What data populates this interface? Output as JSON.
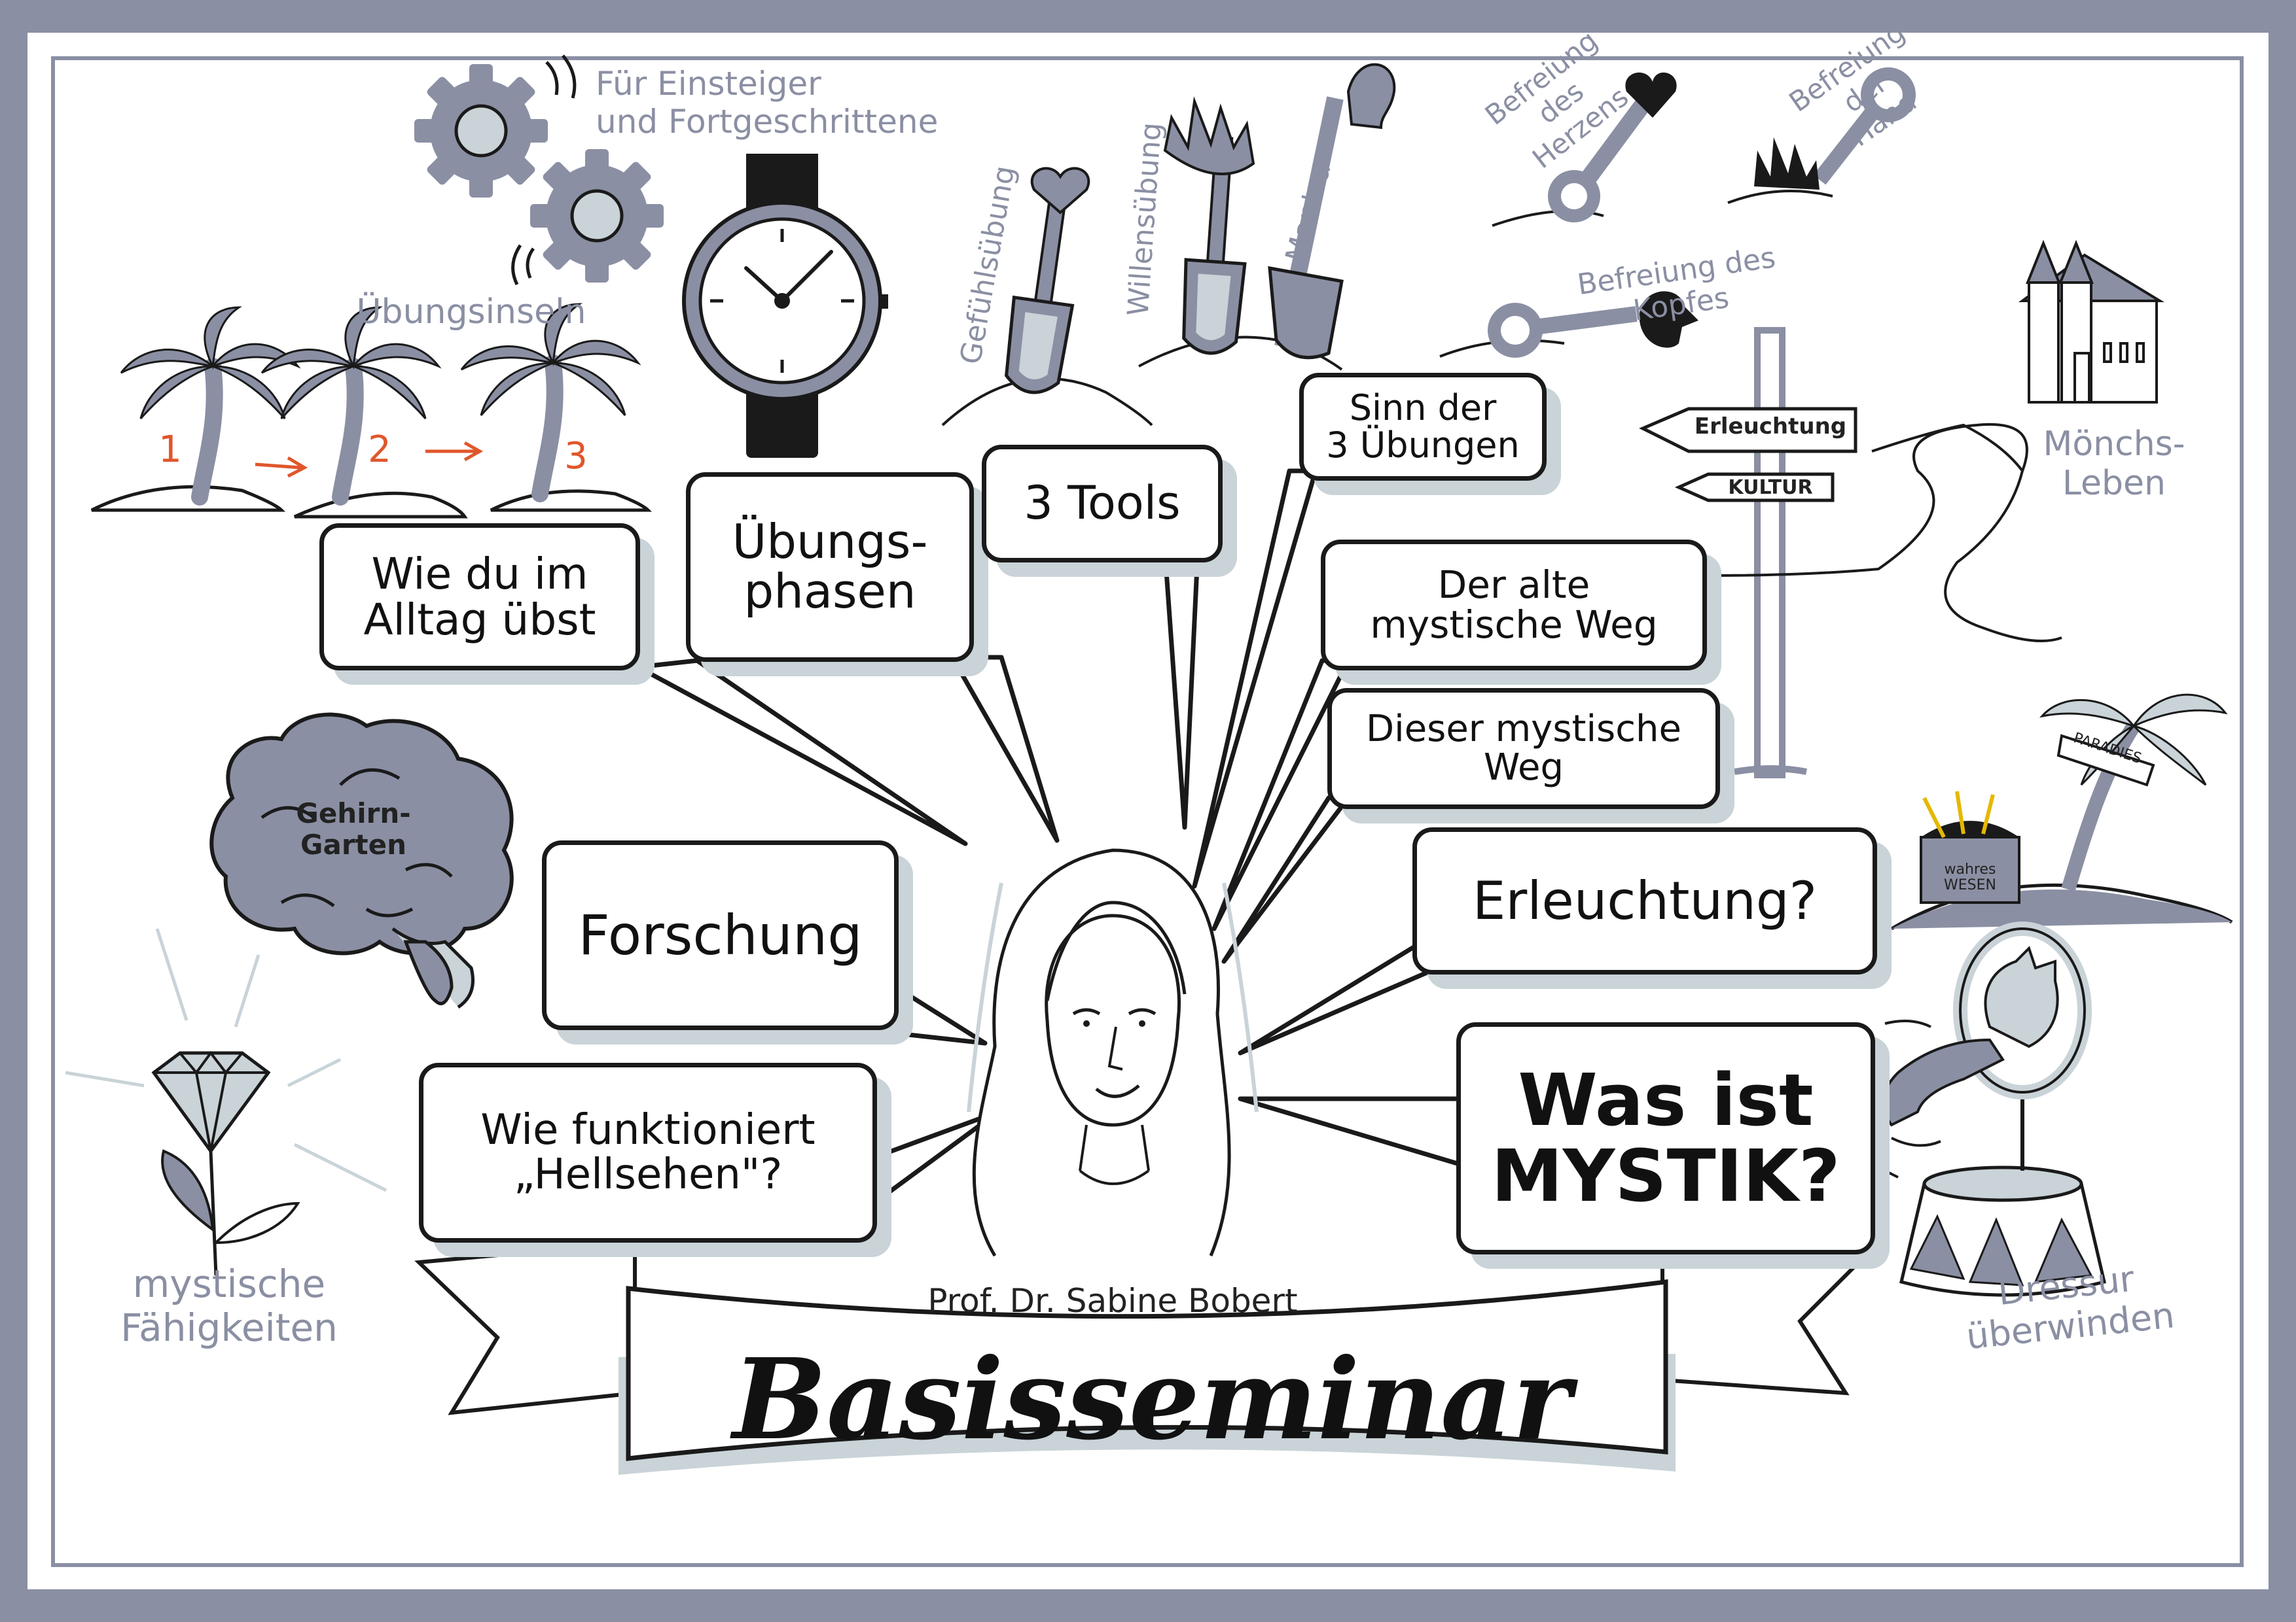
{
  "colors": {
    "frame": "#8a8fa3",
    "accent_gray": "#8a8fa3",
    "shadow": "#c9d3d8",
    "ink": "#1a1a1a",
    "number_red": "#e0562b"
  },
  "title": "Basisseminar",
  "presenter": "Prof. Dr. Sabine Bobert",
  "bubbles": {
    "alltag": "Wie du im\nAlltag übst",
    "uebungsphasen": "Übungs-\nphasen",
    "tools": "3 Tools",
    "sinn": "Sinn der\n3 Übungen",
    "alte_weg": "Der alte\nmystische Weg",
    "dieser_weg": "Dieser mystische\nWeg",
    "erleuchtung": "Erleuchtung?",
    "mystik": "Was ist\nMYSTIK?",
    "forschung": "Forschung",
    "hellsehen": "Wie funktioniert\n„Hellsehen\"?"
  },
  "labels": {
    "einsteiger": "Für Einsteiger\nund Fortgeschrittene",
    "uebungsinseln": "Übungsinseln",
    "island_numbers": [
      "1",
      "2",
      "3"
    ],
    "gefuehlsuebung": "Gefühlsübung",
    "willensuebung": "Willensübung",
    "mantra": "Mantra",
    "befreiung_herz": "Befreiung\ndes\nHerzens",
    "befreiung_hand": "Befreiung\nder\nHand",
    "befreiung_kopf": "Befreiung des\nKopfes",
    "sign_erleuchtung": "Erleuchtung",
    "sign_kultur": "KULTUR",
    "moenchsleben": "Mönchs-\nLeben",
    "paradies": "PARADIES",
    "wahres_wesen": "wahres\nWESEN",
    "gehirn_garten": "Gehirn-\nGarten",
    "mystische_faehigkeiten": "mystische\nFähigkeiten",
    "dressur": "Dressur\nüberwinden"
  },
  "icons": [
    "gears-icon",
    "watch-icon",
    "palm-island-icon",
    "shovel-heart-icon",
    "shovel-hand-icon",
    "shovel-head-icon",
    "key-heart-icon",
    "key-hand-icon",
    "key-head-icon",
    "signpost-icon",
    "church-icon",
    "treasure-island-icon",
    "brain-icon",
    "diamond-flower-icon",
    "cat-hoop-icon",
    "portrait-icon"
  ]
}
